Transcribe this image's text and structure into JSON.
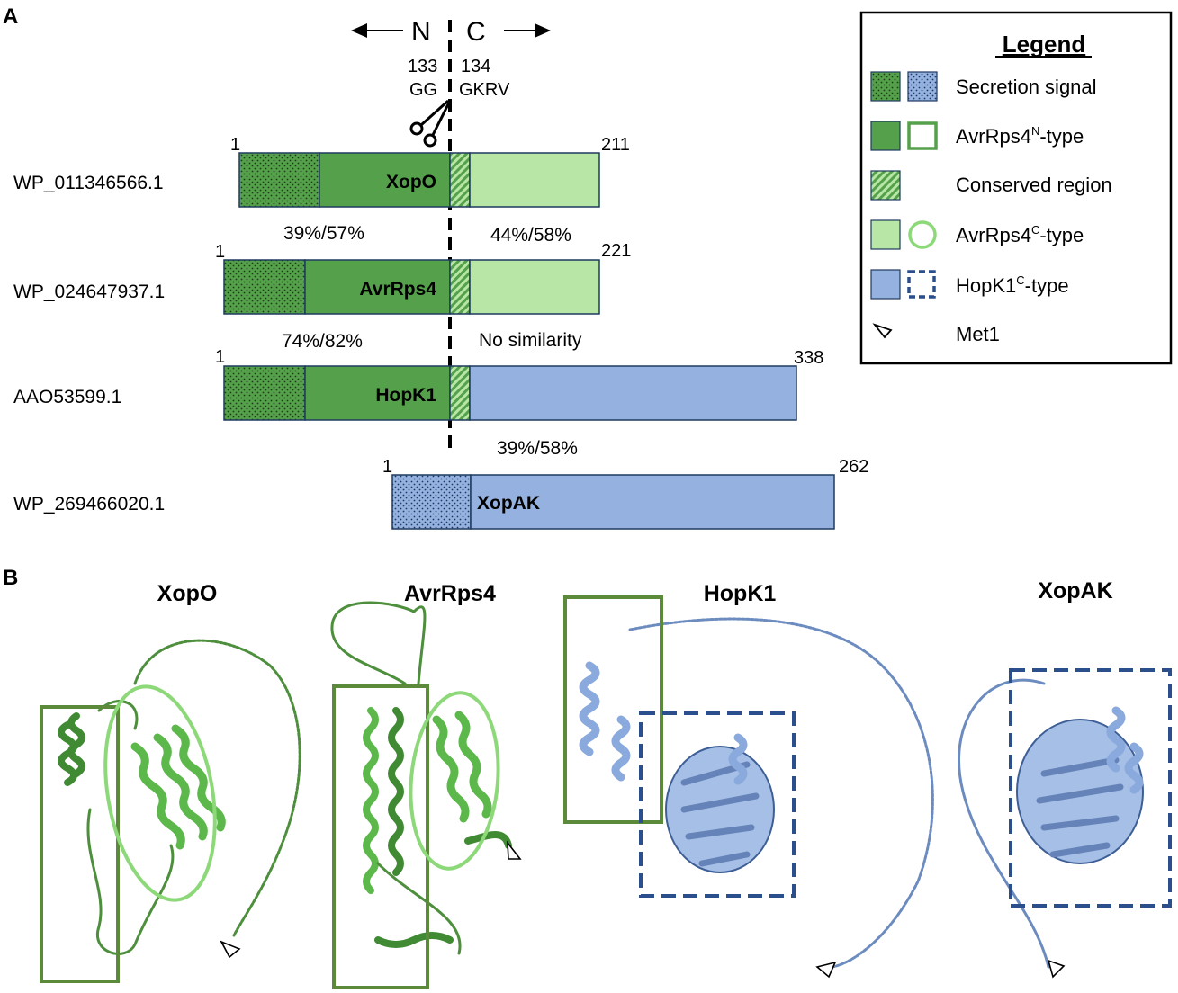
{
  "panel_a": {
    "label": "A",
    "direction": {
      "n": "N",
      "c": "C"
    },
    "cleavage": {
      "left_pos": "133",
      "left_seq": "GG",
      "right_pos": "134",
      "right_seq": "GKRV"
    },
    "proteins": [
      {
        "accession": "WP_011346566.1",
        "name": "XopO",
        "start": "1",
        "end": "211"
      },
      {
        "accession": "WP_024647937.1",
        "name": "AvrRps4",
        "start": "1",
        "end": "221"
      },
      {
        "accession": "AAO53599.1",
        "name": "HopK1",
        "start": "1",
        "end": "338"
      },
      {
        "accession": "WP_269466020.1",
        "name": "XopAK",
        "start": "1",
        "end": "262"
      }
    ],
    "similarities": {
      "xopo_avr_n": "39%/57%",
      "xopo_avr_c": "44%/58%",
      "avr_hop_n": "74%/82%",
      "avr_hop_c": "No similarity",
      "hop_xopak_c": "39%/58%"
    }
  },
  "legend": {
    "title": "Legend",
    "items": [
      "Secretion signal",
      "AvrRps4N-type",
      "Conserved region",
      "AvrRps4C-type",
      "HopK1C-type",
      "Met1"
    ],
    "rich": {
      "avr_n_base": "AvrRps4",
      "avr_n_sup": "N",
      "avr_n_tail": "-type",
      "avr_c_base": "AvrRps4",
      "avr_c_sup": "C",
      "avr_c_tail": "-type",
      "hop_c_base": "HopK1",
      "hop_c_sup": "C",
      "hop_c_tail": "-type"
    }
  },
  "panel_b": {
    "label": "B",
    "structures": [
      "XopO",
      "AvrRps4",
      "HopK1",
      "XopAK"
    ]
  },
  "colors": {
    "dark_green": "#55a04a",
    "light_green": "#b8e6a6",
    "ellipse_green": "#8dd97a",
    "box_green": "#5b8a3a",
    "blue": "#94b1e0",
    "dark_blue": "#2b4f8c",
    "outline": "#1e3a5f"
  }
}
